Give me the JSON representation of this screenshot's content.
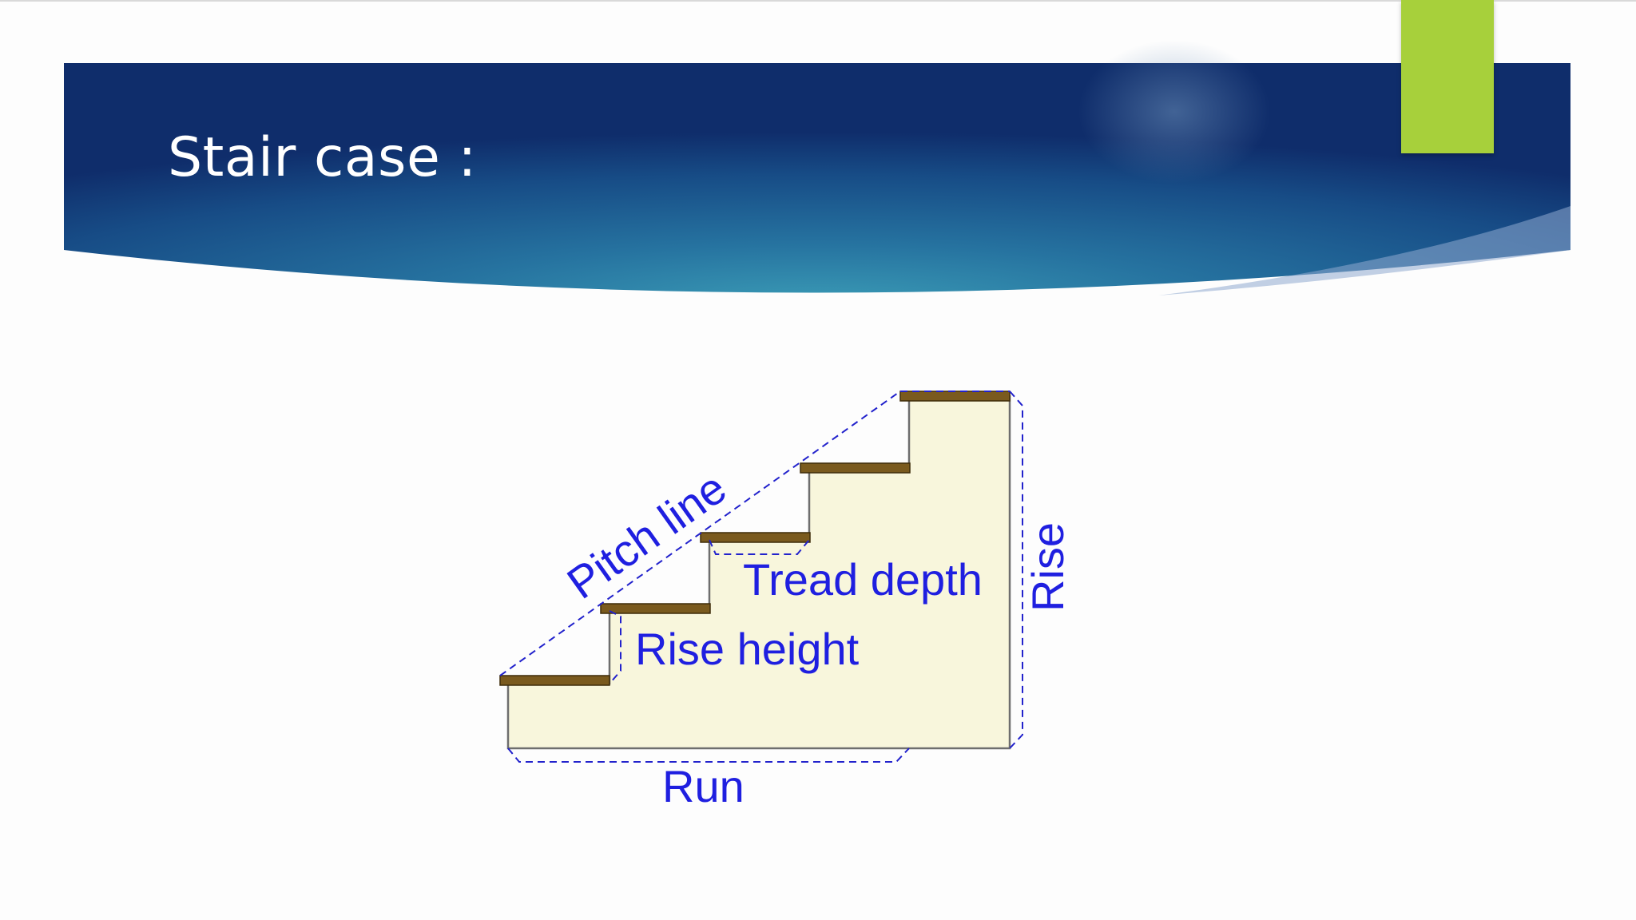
{
  "slide": {
    "title": "Stair case :"
  },
  "diagram": {
    "labels": {
      "pitch_line": "Pitch line",
      "tread_depth": "Tread depth",
      "rise_height": "Rise height",
      "rise": "Rise",
      "run": "Run"
    }
  },
  "colors": {
    "banner_dark": "#0f2d6b",
    "banner_teal": "#2f8aa8",
    "accent_green": "#a7d03b",
    "stair_fill": "#f8f6dc",
    "tread_brown": "#7a5a1e",
    "label_blue": "#1f1fe0"
  }
}
